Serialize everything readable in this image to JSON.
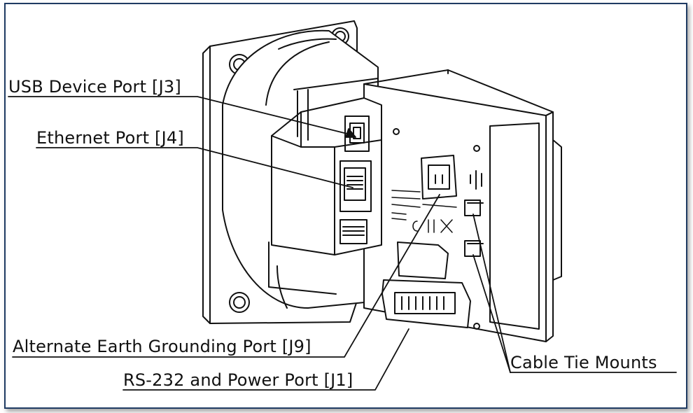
{
  "callouts": {
    "usb": "USB Device Port [J3]",
    "ethernet": "Ethernet Port [J4]",
    "ground": "Alternate Earth Grounding Port [J9]",
    "rs232": "RS-232 and Power Port [J1]",
    "cable_tie": "Cable Tie Mounts"
  },
  "colors": {
    "frame_border": "#1f3b63",
    "line": "#111111",
    "background": "#ffffff"
  }
}
